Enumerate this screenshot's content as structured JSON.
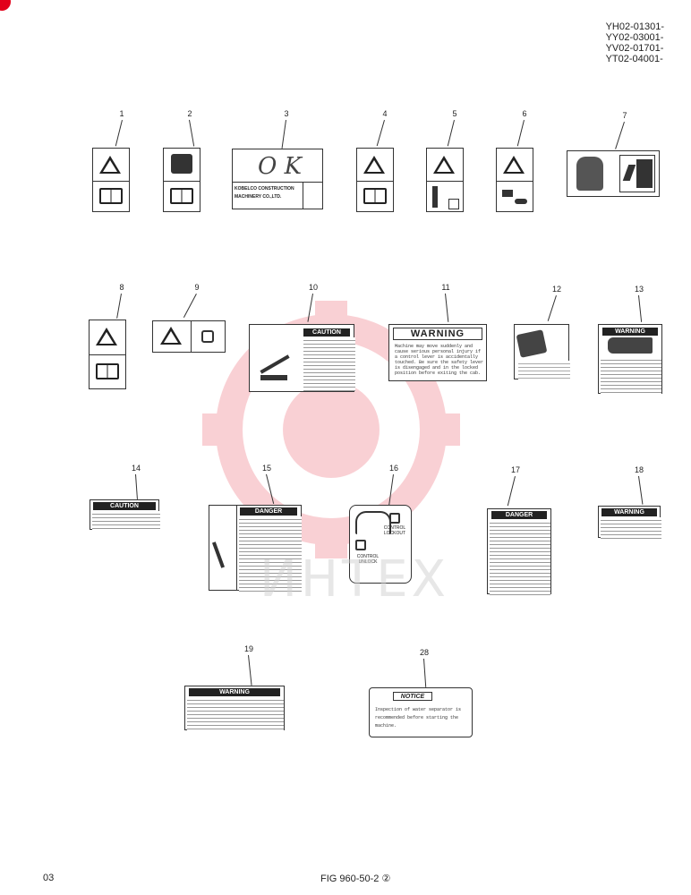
{
  "header": {
    "codes": [
      "YH02-01301-",
      "YY02-03001-",
      "YV02-01701-",
      "YT02-04001-"
    ]
  },
  "labels": [
    {
      "number": "1"
    },
    {
      "number": "2"
    },
    {
      "number": "3",
      "text": "KOBELCO CONSTRUCTION MACHINERY CO.,LTD."
    },
    {
      "number": "4"
    },
    {
      "number": "5"
    },
    {
      "number": "6"
    },
    {
      "number": "7"
    },
    {
      "number": "8"
    },
    {
      "number": "9"
    },
    {
      "number": "10",
      "header": "CAUTION"
    },
    {
      "number": "11",
      "header": "WARNING"
    },
    {
      "number": "12"
    },
    {
      "number": "13",
      "header": "WARNING"
    },
    {
      "number": "14",
      "header": "CAUTION"
    },
    {
      "number": "15",
      "header": "DANGER"
    },
    {
      "number": "16",
      "text_top": "CONTROL LOCKOUT",
      "text_bottom": "CONTROL UNLOCK"
    },
    {
      "number": "17",
      "header": "DANGER"
    },
    {
      "number": "18",
      "header": "WARNING"
    },
    {
      "number": "19",
      "header": "WARNING"
    },
    {
      "number": "28",
      "header": "NOTICE"
    }
  ],
  "warning11_body": "Machine may move suddenly and cause serious personal injury if a control lever is accidentally touched. Be sure the safety lever is disengaged and in the locked position before exiting the cab.",
  "notice28_body": "Inspection of water separator is recommended before starting the machine.",
  "footer": {
    "page": "03",
    "fig": "FIG 960-50-2 ②"
  }
}
